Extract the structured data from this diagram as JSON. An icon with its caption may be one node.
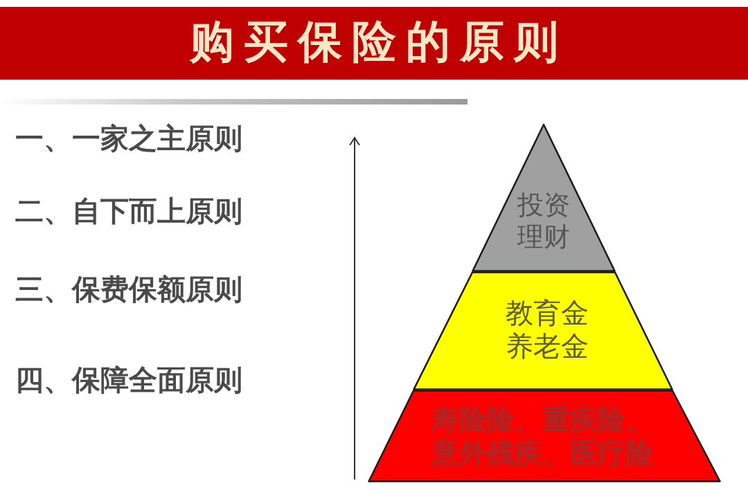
{
  "diagram": {
    "title": "购买保险的原则",
    "nodes": [
      {
        "text": [
          "投资理财"
        ]
      },
      {
        "text": [
          "教育金养老金"
        ]
      },
      {
        "text": [
          "寿险险、重疾险、意外残疾、医疗险"
        ]
      }
    ],
    "labels": [
      "一、一家之主原则",
      "二、自下而上原则",
      "三、保费保额原则",
      "四、保障全面原则"
    ]
  }
}
